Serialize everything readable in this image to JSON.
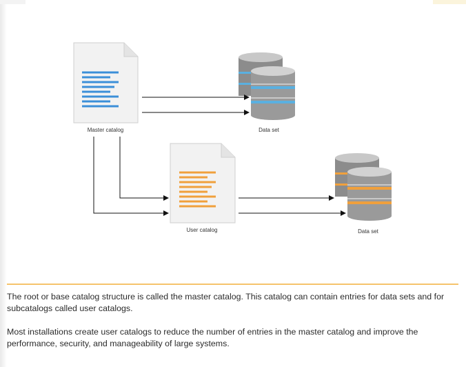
{
  "diagram": {
    "nodes": {
      "master_catalog": {
        "label": "Master catalog",
        "color": "#3b8fd8"
      },
      "data_set_top": {
        "label": "Data set",
        "accent": "#5ab0e0"
      },
      "user_catalog": {
        "label": "User catalog",
        "color": "#f0a03c"
      },
      "data_set_bottom": {
        "label": "Data set",
        "accent": "#f0a03c"
      }
    },
    "edges": [
      {
        "from": "master_catalog",
        "to": "data_set_top"
      },
      {
        "from": "master_catalog",
        "to": "data_set_top"
      },
      {
        "from": "master_catalog",
        "to": "user_catalog"
      },
      {
        "from": "master_catalog",
        "to": "user_catalog"
      },
      {
        "from": "user_catalog",
        "to": "data_set_bottom"
      },
      {
        "from": "user_catalog",
        "to": "data_set_bottom"
      }
    ],
    "icons": {
      "document": "document-icon",
      "database": "database-icon"
    }
  },
  "description": {
    "paragraph_1": "The root or base catalog structure is called the master catalog. This catalog can contain entries for data sets and for subcatalogs called user catalogs.",
    "paragraph_2": "Most installations create user catalogs to reduce the number of entries in the master catalog and improve the performance, security, and manageability of large systems."
  },
  "colors": {
    "divider": "#f5c36b",
    "document_fill": "#f2f2f2",
    "database_gray": "#8c8c8c"
  }
}
